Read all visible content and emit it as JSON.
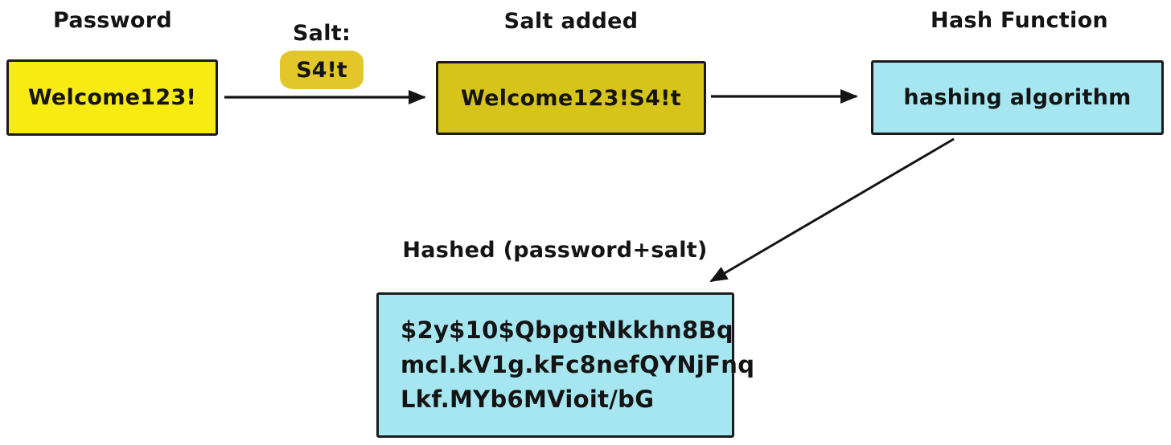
{
  "stages": {
    "password": {
      "label": "Password",
      "value": "Welcome123!"
    },
    "salt": {
      "label": "Salt:",
      "value": "S4!t"
    },
    "salt_added": {
      "label": "Salt added",
      "value": "Welcome123!S4!t"
    },
    "hash_function": {
      "label": "Hash Function",
      "value": "hashing algorithm"
    },
    "hashed": {
      "label": "Hashed (password+salt)",
      "lines": [
        "$2y$10$QbpgtNkkhn8Bq",
        "mcI.kV1g.kFc8nefQYNjFnq",
        "Lkf.MYb6MVioit/bG"
      ]
    }
  },
  "icons": {
    "arrow_right_1": "arrow from password box to salt-added box",
    "arrow_right_2": "arrow from salt-added box to hash-function box",
    "arrow_diagonal": "arrow from hash-function box down to hashed box"
  },
  "colors": {
    "password_box_fill": "#F8EB11",
    "salt_added_box_fill": "#D7C41A",
    "salt_highlight_fill": "#E3C72A",
    "hash_box_fill": "#A6E6F0",
    "stroke": "#141414",
    "background": "#FFFFFF"
  }
}
